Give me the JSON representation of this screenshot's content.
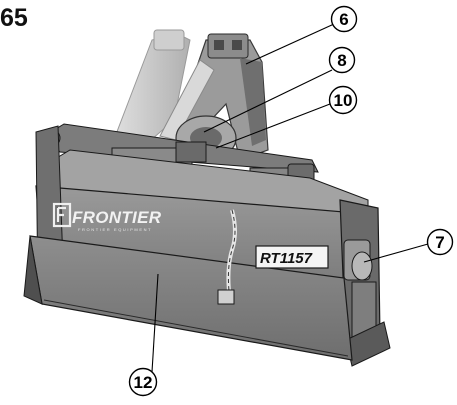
{
  "page_number": "65",
  "brand": {
    "name": "FRONTIER",
    "subtitle": "FRONTIER EQUIPMENT"
  },
  "model_label": "RT1157",
  "callouts": [
    {
      "id": "callout-6",
      "number": "6"
    },
    {
      "id": "callout-8",
      "number": "8"
    },
    {
      "id": "callout-10",
      "number": "10"
    },
    {
      "id": "callout-7",
      "number": "7"
    },
    {
      "id": "callout-12",
      "number": "12"
    }
  ],
  "colors": {
    "body": "#8a8a8a",
    "body_dark": "#5e5e5e",
    "body_light": "#b8b8b8",
    "mast_light": "#d4d4d4",
    "outline": "#1a1a1a"
  }
}
